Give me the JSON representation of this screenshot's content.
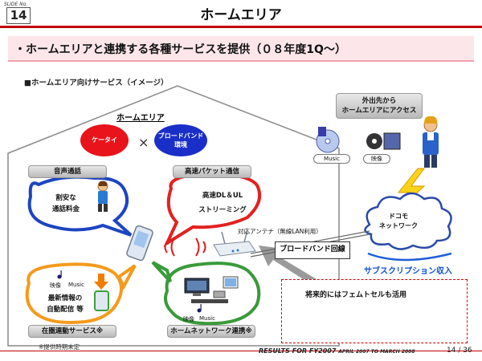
{
  "header": {
    "slide_no_label": "SLIDE No.",
    "slide_no": "14",
    "title": "ホームエリア"
  },
  "headline": "・ホームエリアと連携する各種サービスを提供（０８年度1Q～）",
  "section_label": "■ホームエリア向けサービス（イメージ）",
  "house": {
    "title": "ホームエリア",
    "keitai": "ケータイ",
    "times": "×",
    "broadband_line1": "ブロードバンド",
    "broadband_line2": "環境"
  },
  "voice": {
    "label": "音声通話",
    "line1": "割安な",
    "line2": "通話料金"
  },
  "packet": {
    "label": "高速パケット通信",
    "line1": "高速DL＆UL",
    "line2": "ストリーミング"
  },
  "area_service": {
    "label": "在圏連動サービス※",
    "eizo": "映像",
    "music": "Music",
    "line1": "最新情報の",
    "line2": "自動配信 等"
  },
  "home_network": {
    "label": "ホームネットワーク連携※",
    "eizo": "映像",
    "music": "Music"
  },
  "antenna_label": "対応アンテナ（無線LAN利用）",
  "broadband_line": "ブロードバンド回線",
  "outside": {
    "line1": "外出先から",
    "line2": "ホームエリアにアクセス",
    "music": "Music",
    "eizo": "映像"
  },
  "docomo": {
    "line1": "ドコモ",
    "line2": "ネットワーク"
  },
  "subscription": "サブスクリプション収入",
  "femto": "将来的にはフェムトセルも活用",
  "footnote": "※提供時期未定",
  "footer": {
    "results": "RESULTS FOR FY2007",
    "period": "APRIL 2007 TO MARCH 2008",
    "page": "14 / 36"
  },
  "colors": {
    "accent_red": "#c00000",
    "keitai_red": "#e8131b",
    "broadband_blue": "#1a2ec8",
    "subscription_blue": "#0e4fd6",
    "headline_pink": "#fde6ea"
  },
  "icons": [
    "person-icon",
    "phone-icon",
    "router-icon",
    "pc-icon",
    "music-disc-icon",
    "film-icon",
    "lightning-icon",
    "cloud-icon",
    "arrow-icon",
    "femtocell-icon"
  ]
}
